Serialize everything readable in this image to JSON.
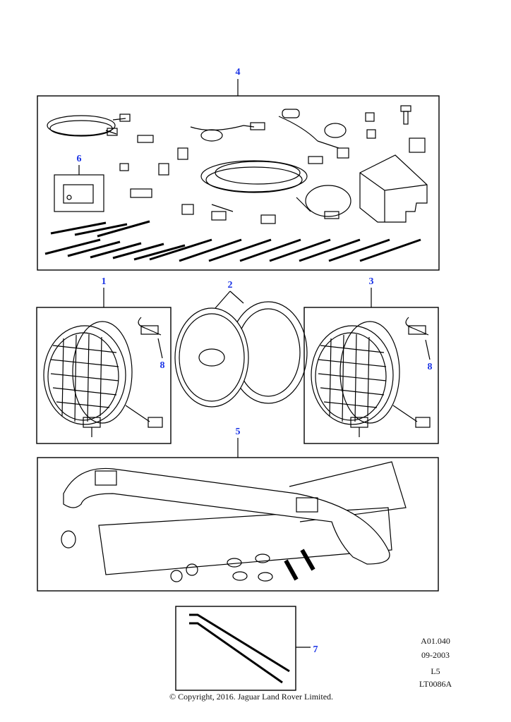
{
  "callouts": {
    "c1": "1",
    "c2": "2",
    "c3": "3",
    "c4": "4",
    "c5": "5",
    "c6": "6",
    "c7": "7",
    "c8a": "8",
    "c8b": "8"
  },
  "reference": {
    "code": "A01.040",
    "date": "09-2003",
    "level": "L5",
    "illustration": "LT0086A"
  },
  "copyright": "© Copyright, 2016. Jaguar Land Rover Limited.",
  "colors": {
    "callout": "#1a33e6",
    "line": "#000000"
  }
}
